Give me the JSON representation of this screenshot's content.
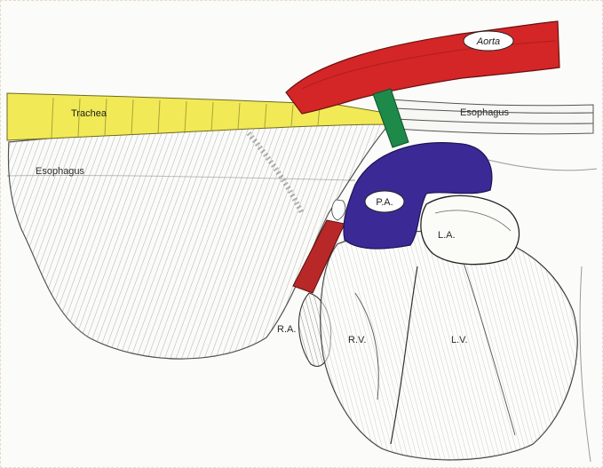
{
  "labels": {
    "aorta": "Aorta",
    "trachea": "Trachea",
    "esophagus_upper": "Esophagus",
    "esophagus_lower": "Esophagus",
    "pa": "P.A.",
    "la": "L.A.",
    "ra": "R.A.",
    "rv": "R.V.",
    "lv": "L.V."
  },
  "colors": {
    "aorta": "#d42626",
    "trachea": "#f1ea56",
    "ductus": "#1d8a4a",
    "pulmonary_artery": "#3b2a95",
    "right_vessel": "#b82828",
    "ink": "#2b2b2b"
  }
}
